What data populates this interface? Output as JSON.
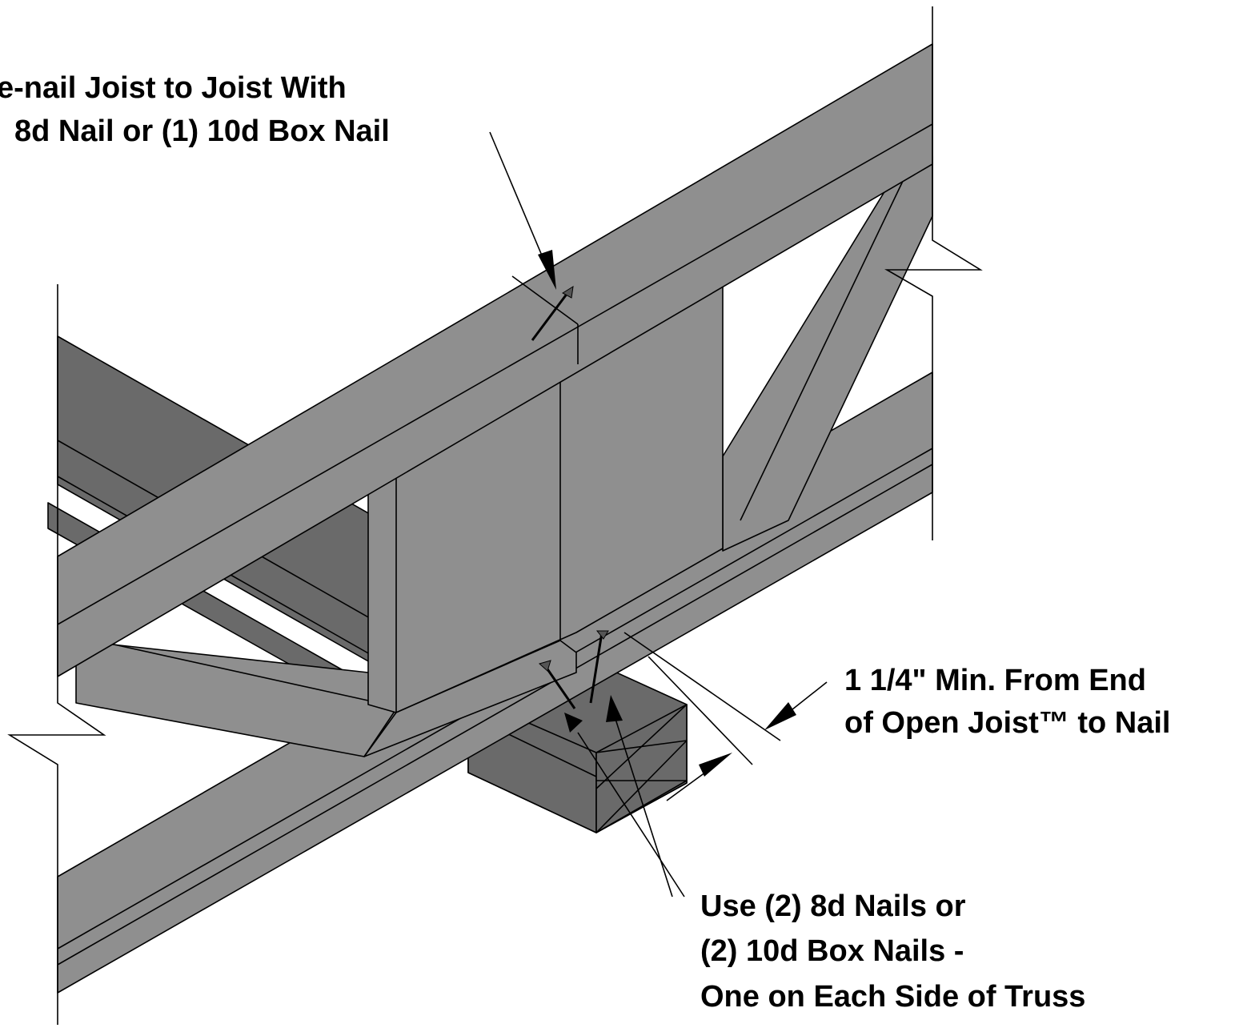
{
  "colors": {
    "wood_light": "#8f8f8f",
    "wood_dark": "#6a6a6a",
    "line": "#000000",
    "background": "#ffffff"
  },
  "labels": {
    "toe_nail_line1": "e-nail Joist to Joist With",
    "toe_nail_line2": "8d Nail or (1) 10d Box Nail",
    "min_end_line1": "1 1/4\" Min. From End",
    "min_end_line2": "of Open Joist™ to Nail",
    "side_nails_line1": "Use (2) 8d Nails or",
    "side_nails_line2": "(2) 10d Box Nails -",
    "side_nails_line3": "One on Each Side of Truss"
  }
}
